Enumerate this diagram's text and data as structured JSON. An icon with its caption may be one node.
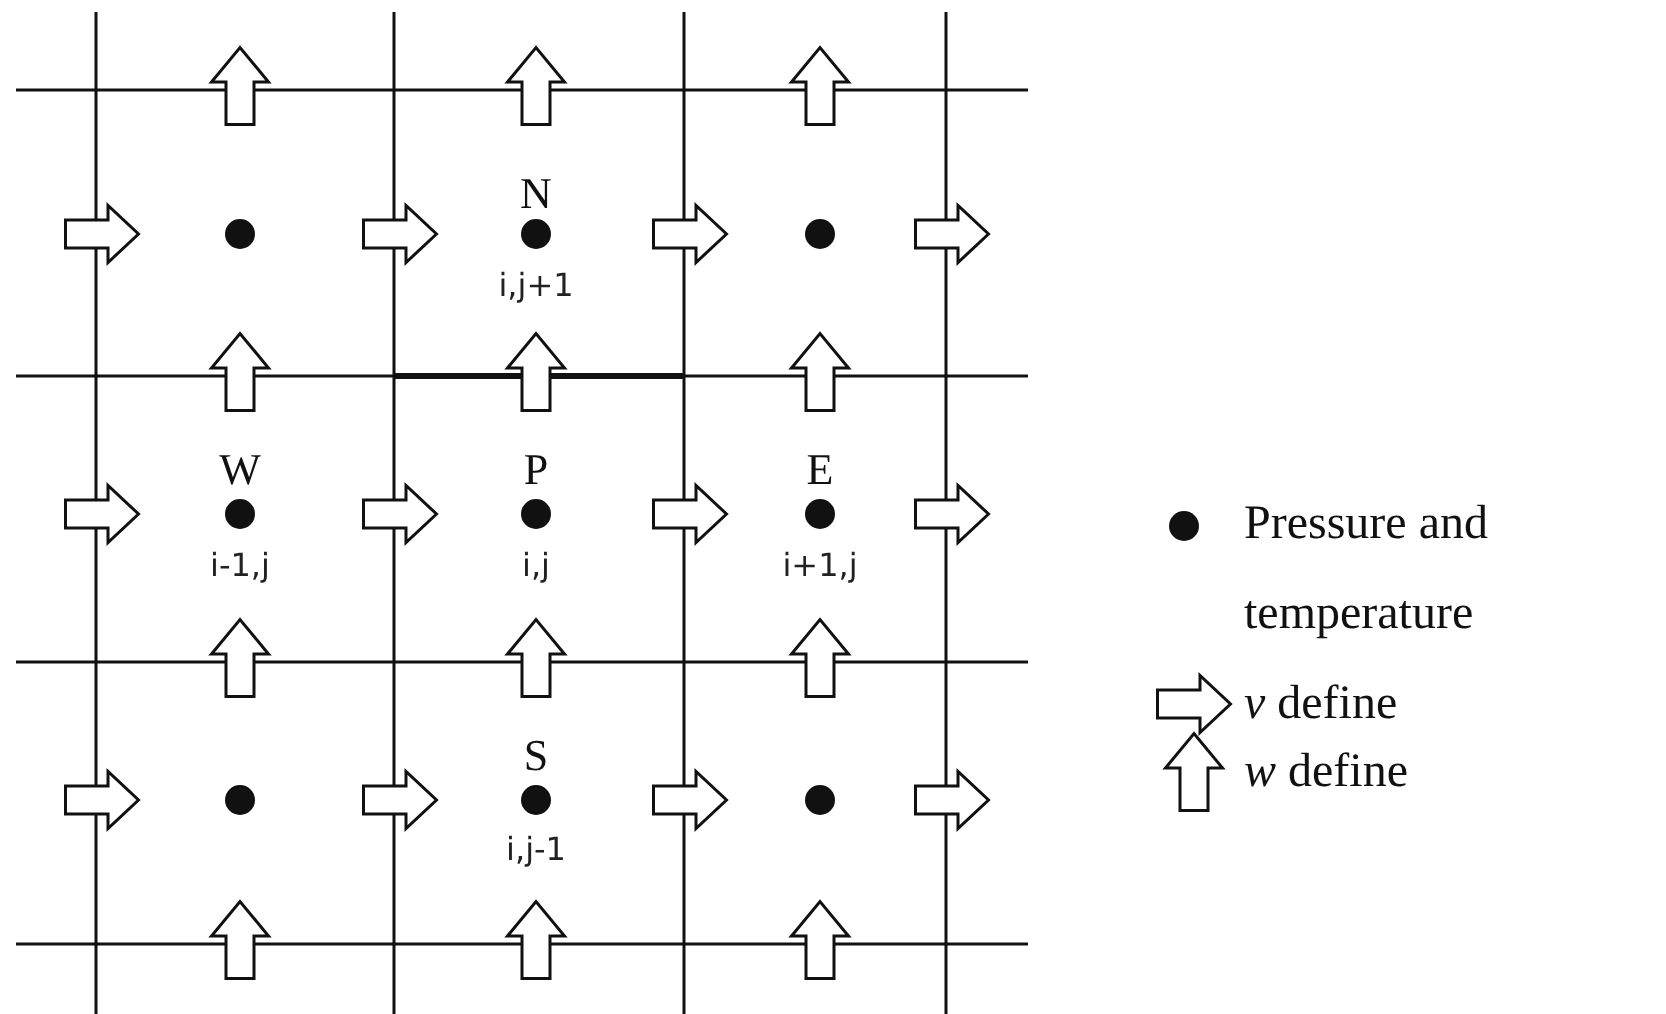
{
  "diagram": {
    "labels": [
      "N",
      "i,j+1",
      "W",
      "P",
      "E",
      "i-1,j",
      "i,j",
      "i+1,j",
      "S",
      "i,j-1"
    ],
    "legend": [
      {
        "text": "Pressure and temperature"
      },
      {
        "text": "*v* define"
      },
      {
        "text": "*w* define"
      }
    ]
  }
}
